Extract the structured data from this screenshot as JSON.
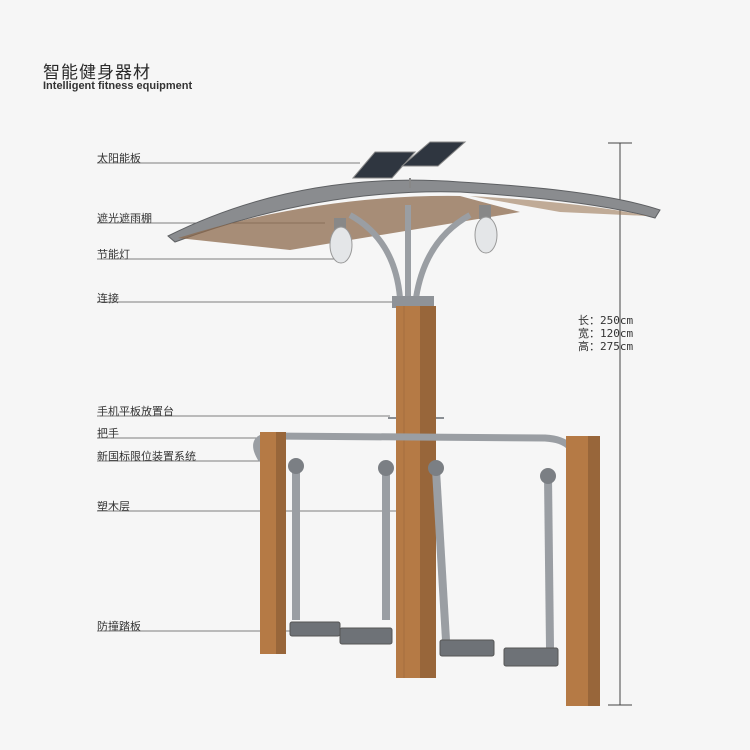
{
  "title": {
    "cn": "智能健身器材",
    "en": "Intelligent fitness equipment"
  },
  "labels": [
    {
      "id": "solar-panel",
      "text": "太阳能板"
    },
    {
      "id": "canopy",
      "text": "遮光遮雨棚"
    },
    {
      "id": "lamp",
      "text": "节能灯"
    },
    {
      "id": "connector",
      "text": "连接"
    },
    {
      "id": "device-stand",
      "text": "手机平板放置台"
    },
    {
      "id": "handle",
      "text": "把手"
    },
    {
      "id": "limit-system",
      "text": "新国标限位装置系统"
    },
    {
      "id": "wood-layer",
      "text": "塑木层"
    },
    {
      "id": "pedal",
      "text": "防撞踏板"
    }
  ],
  "dimensions": {
    "length": "长：250cm",
    "width": "宽：120cm",
    "height": "高：275cm"
  },
  "colors": {
    "background": "#f6f6f6",
    "wood": "#b57a45",
    "metal": "#9a9ea3",
    "canopy": "#7a7c7e",
    "line": "#444444"
  }
}
